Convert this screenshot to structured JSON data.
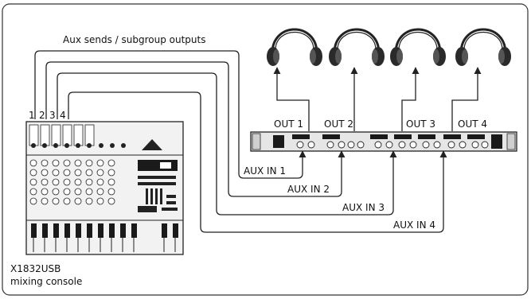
{
  "diagram": {
    "title": "Aux sends / subgroup outputs",
    "send_numbers": [
      "1",
      "2",
      "3",
      "4"
    ],
    "outputs": [
      "OUT 1",
      "OUT 2",
      "OUT 3",
      "OUT 4"
    ],
    "inputs": [
      "AUX IN 1",
      "AUX IN 2",
      "AUX IN 3",
      "AUX IN 4"
    ],
    "console_model": "X1832USB",
    "console_desc": "mixing console",
    "headphone_icon": "headphones-icon",
    "colors": {
      "line": "#222222",
      "panel": "#e6e6e6",
      "dark": "#1a1a1a",
      "frame": "#333333"
    }
  }
}
